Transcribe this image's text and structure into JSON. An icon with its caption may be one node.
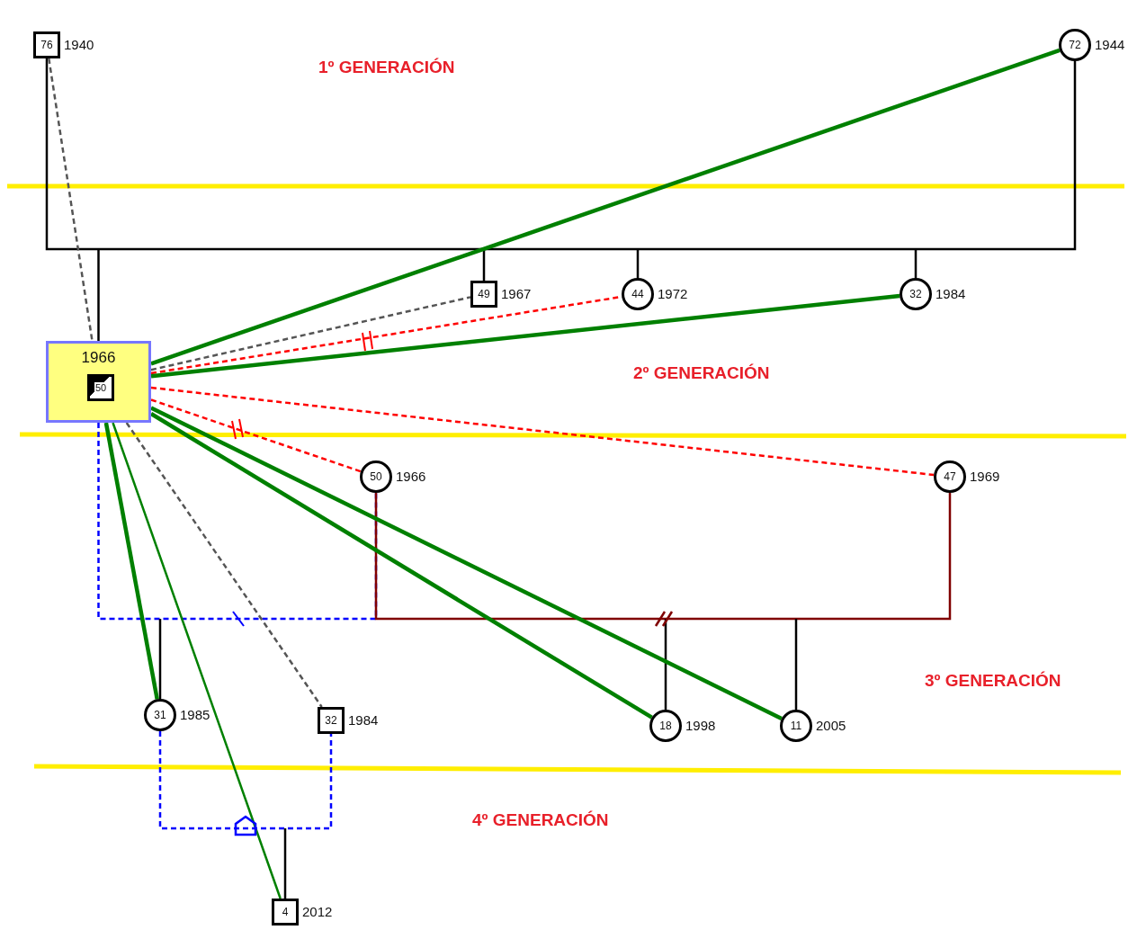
{
  "diagram": {
    "nodes": [
      {
        "text": [
          "76"
        ],
        "beside": [
          "1940"
        ]
      },
      {
        "text": [
          "72"
        ],
        "beside": [
          "1944"
        ]
      },
      {
        "text": [
          "1966"
        ]
      },
      {
        "text": [
          "50"
        ],
        "in": 2
      },
      {
        "text": [
          "49"
        ],
        "beside": [
          "1967"
        ]
      },
      {
        "text": [
          "44"
        ],
        "beside": [
          "1972"
        ]
      },
      {
        "text": [
          "32"
        ],
        "beside": [
          "1984"
        ]
      },
      {
        "text": [
          "50"
        ],
        "beside": [
          "1966"
        ]
      },
      {
        "text": [
          "47"
        ],
        "beside": [
          "1969"
        ]
      },
      {
        "text": [
          "31"
        ],
        "beside": [
          "1985"
        ]
      },
      {
        "text": [
          "32"
        ],
        "beside": [
          "1984"
        ]
      },
      {
        "text": [
          "18"
        ],
        "beside": [
          "1998"
        ]
      },
      {
        "text": [
          "11"
        ],
        "beside": [
          "2005"
        ]
      },
      {
        "text": [
          "4"
        ],
        "beside": [
          "2012"
        ]
      }
    ],
    "edges": [
      {
        "from": 0,
        "to": 1,
        "arrow": "none"
      },
      {
        "from": null,
        "to": 2,
        "arrow": "none"
      },
      {
        "from": null,
        "to": 4,
        "arrow": "none"
      },
      {
        "from": null,
        "to": 5,
        "arrow": "none"
      },
      {
        "from": null,
        "to": 6,
        "arrow": "none"
      },
      {
        "from": 0,
        "to": 2,
        "arrow": "none",
        "style": "dashed",
        "color": "#555555"
      },
      {
        "from": 2,
        "to": 1,
        "arrow": "none",
        "style": "thick",
        "color": "#008000"
      },
      {
        "from": 2,
        "to": 4,
        "arrow": "none",
        "style": "dashed",
        "color": "#555555"
      },
      {
        "from": 2,
        "to": 5,
        "arrow": "none",
        "style": "dashed",
        "color": "#ff0000"
      },
      {
        "from": 2,
        "to": 6,
        "arrow": "none",
        "style": "thick",
        "color": "#008000"
      },
      {
        "from": 2,
        "to": 8,
        "arrow": "none",
        "style": "dashed",
        "color": "#ff0000"
      },
      {
        "from": 2,
        "to": 7,
        "arrow": "none",
        "style": "dashed",
        "color": "#ff0000"
      },
      {
        "from": 2,
        "to": 7,
        "arrow": "none",
        "style": "dashed",
        "color": "#0000ff"
      },
      {
        "from": 7,
        "to": 8,
        "arrow": "none",
        "color": "#800000"
      },
      {
        "from": null,
        "to": 9,
        "arrow": "none"
      },
      {
        "from": null,
        "to": 11,
        "arrow": "none"
      },
      {
        "from": null,
        "to": 12,
        "arrow": "none"
      },
      {
        "from": 2,
        "to": 11,
        "arrow": "none",
        "style": "thick",
        "color": "#008000"
      },
      {
        "from": 2,
        "to": 12,
        "arrow": "none",
        "style": "thick",
        "color": "#008000"
      },
      {
        "from": 2,
        "to": 9,
        "arrow": "none",
        "style": "thick",
        "color": "#008000"
      },
      {
        "from": 2,
        "to": 13,
        "arrow": "none",
        "color": "#008000"
      },
      {
        "from": 2,
        "to": 10,
        "arrow": "none",
        "style": "dashed",
        "color": "#555555"
      },
      {
        "from": 9,
        "to": 10,
        "arrow": "none",
        "style": "dashed",
        "color": "#0000ff"
      },
      {
        "from": null,
        "to": 13,
        "arrow": "none"
      }
    ],
    "labels": [
      "1º GENERACIÓN",
      "2º GENERACIÓN",
      "3º GENERACIÓN",
      "4º GENERACIÓN"
    ]
  }
}
